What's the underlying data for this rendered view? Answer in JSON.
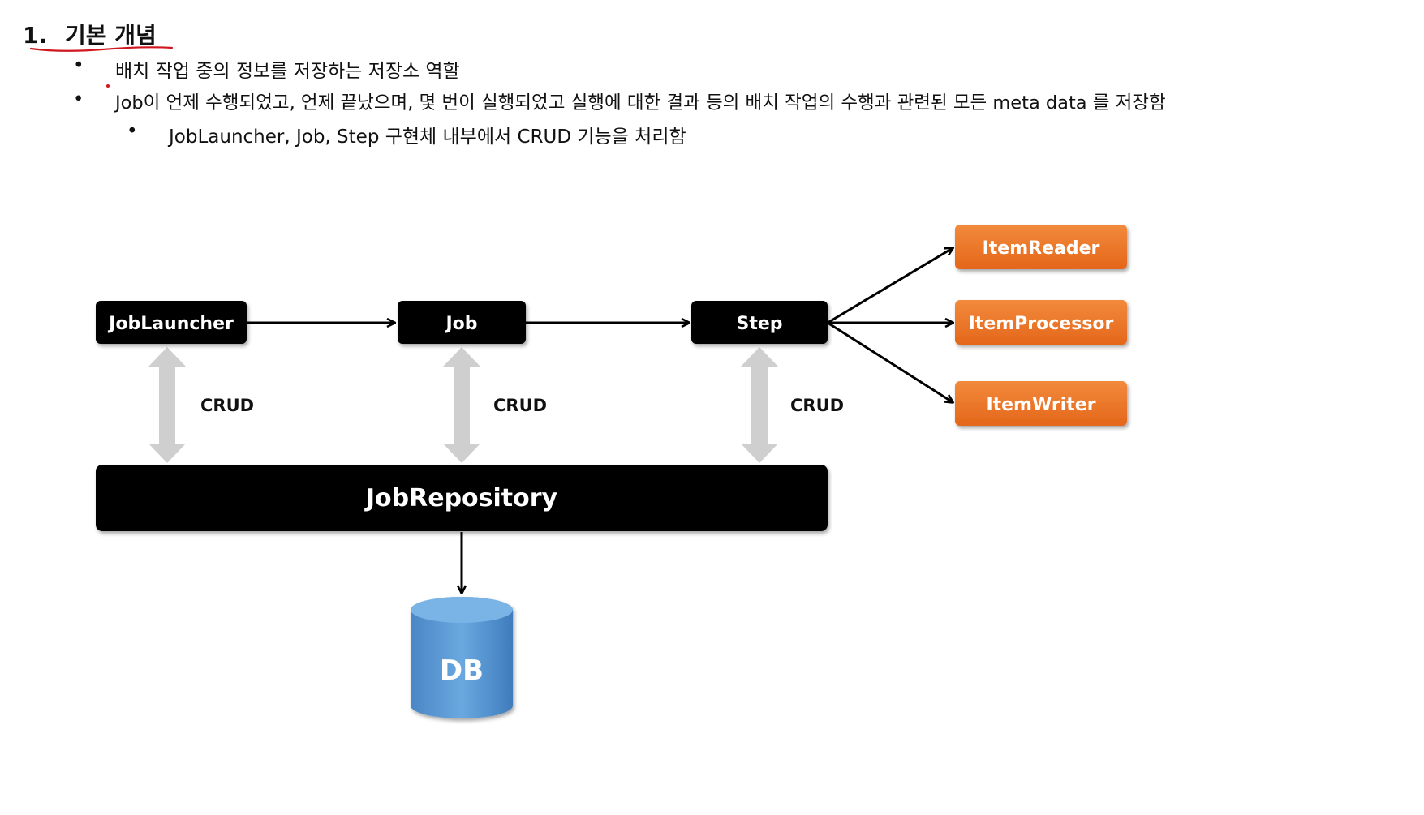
{
  "heading": {
    "number": "1.",
    "title": "기본 개념"
  },
  "bullets": [
    {
      "level": 1,
      "text": "배치 작업 중의 정보를 저장하는 저장소 역할"
    },
    {
      "level": 1,
      "text": "Job이 언제 수행되었고, 언제 끝났으며, 몇 번이 실행되었고 실행에 대한 결과 등의 배치 작업의 수행과 관련된 모든 meta data 를 저장함"
    },
    {
      "level": 2,
      "text": "JobLauncher, Job, Step 구현체 내부에서 CRUD 기능을 처리함"
    }
  ],
  "bullet_glyph": "•",
  "diagram": {
    "nodes": {
      "job_launcher": "JobLauncher",
      "job": "Job",
      "step": "Step",
      "item_reader": "ItemReader",
      "item_processor": "ItemProcessor",
      "item_writer": "ItemWriter",
      "job_repository": "JobRepository",
      "db": "DB"
    },
    "crud_labels": [
      "CRUD",
      "CRUD",
      "CRUD"
    ],
    "colors": {
      "black_box": "#000000",
      "orange_box": "#f07a2a",
      "db": "#5b9bd5",
      "crud_arrow": "#cfcfcf",
      "annotation_pen": "#d0161e"
    }
  }
}
